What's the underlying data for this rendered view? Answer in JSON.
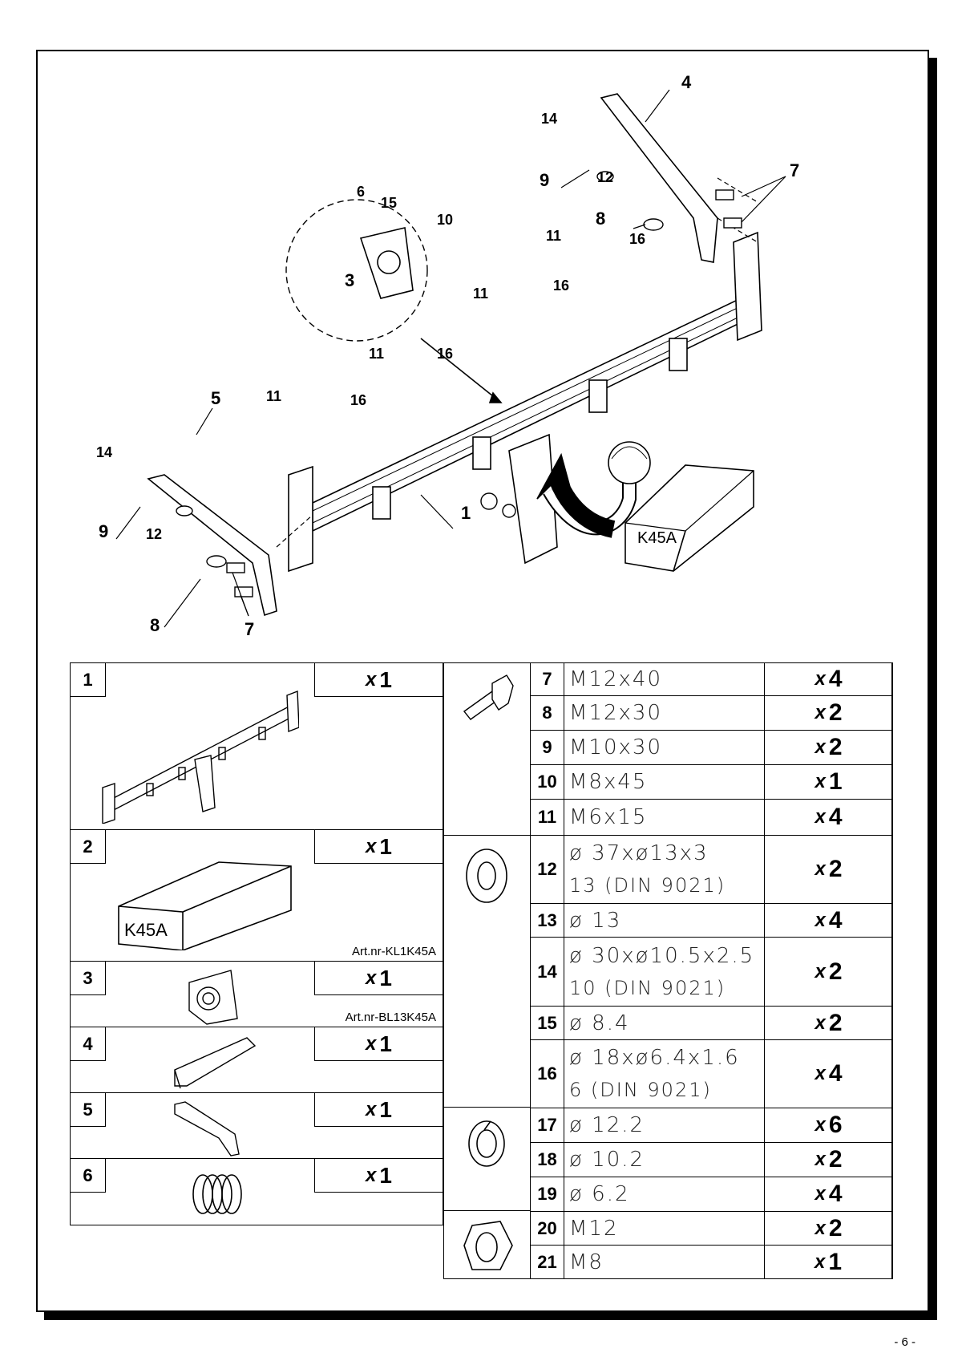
{
  "page": {
    "number": "- 6 -"
  },
  "diagram": {
    "callouts": [
      "1",
      "3",
      "4",
      "5",
      "6",
      "7",
      "8",
      "9",
      "10",
      "11",
      "12",
      "14",
      "15",
      "16"
    ],
    "box_label": "K45A"
  },
  "left_parts": [
    {
      "num": "1",
      "qty_prefix": "x",
      "qty": "1",
      "artnr": ""
    },
    {
      "num": "2",
      "qty_prefix": "x",
      "qty": "1",
      "artnr": "Art.nr-KL1K45A",
      "box_label": "K45A"
    },
    {
      "num": "3",
      "qty_prefix": "x",
      "qty": "1",
      "artnr": "Art.nr-BL13K45A"
    },
    {
      "num": "4",
      "qty_prefix": "x",
      "qty": "1",
      "artnr": ""
    },
    {
      "num": "5",
      "qty_prefix": "x",
      "qty": "1",
      "artnr": ""
    },
    {
      "num": "6",
      "qty_prefix": "x",
      "qty": "1",
      "artnr": ""
    }
  ],
  "right_parts": [
    {
      "num": "7",
      "spec1": "M12x40",
      "spec2": "",
      "qty_prefix": "x",
      "qty": "4"
    },
    {
      "num": "8",
      "spec1": "M12x30",
      "spec2": "",
      "qty_prefix": "x",
      "qty": "2"
    },
    {
      "num": "9",
      "spec1": "M10x30",
      "spec2": "",
      "qty_prefix": "x",
      "qty": "2"
    },
    {
      "num": "10",
      "spec1": "M8x45",
      "spec2": "",
      "qty_prefix": "x",
      "qty": "1"
    },
    {
      "num": "11",
      "spec1": "M6x15",
      "spec2": "",
      "qty_prefix": "x",
      "qty": "4"
    },
    {
      "num": "12",
      "spec1": "ø 37xø13x3",
      "spec2": "13   (DIN  9021)",
      "qty_prefix": "x",
      "qty": "2"
    },
    {
      "num": "13",
      "spec1": "ø 13",
      "spec2": "",
      "qty_prefix": "x",
      "qty": "4"
    },
    {
      "num": "14",
      "spec1": "ø 30xø10.5x2.5",
      "spec2": "10   (DIN  9021)",
      "qty_prefix": "x",
      "qty": "2"
    },
    {
      "num": "15",
      "spec1": "ø 8.4",
      "spec2": "",
      "qty_prefix": "x",
      "qty": "2"
    },
    {
      "num": "16",
      "spec1": "ø 18xø6.4x1.6",
      "spec2": "6    (DIN  9021)",
      "qty_prefix": "x",
      "qty": "4"
    },
    {
      "num": "17",
      "spec1": "ø 12.2",
      "spec2": "",
      "qty_prefix": "x",
      "qty": "6"
    },
    {
      "num": "18",
      "spec1": "ø 10.2",
      "spec2": "",
      "qty_prefix": "x",
      "qty": "2"
    },
    {
      "num": "19",
      "spec1": "ø 6.2",
      "spec2": "",
      "qty_prefix": "x",
      "qty": "4"
    },
    {
      "num": "20",
      "spec1": "M12",
      "spec2": "",
      "qty_prefix": "x",
      "qty": "2"
    },
    {
      "num": "21",
      "spec1": "M8",
      "spec2": "",
      "qty_prefix": "x",
      "qty": "1"
    }
  ]
}
